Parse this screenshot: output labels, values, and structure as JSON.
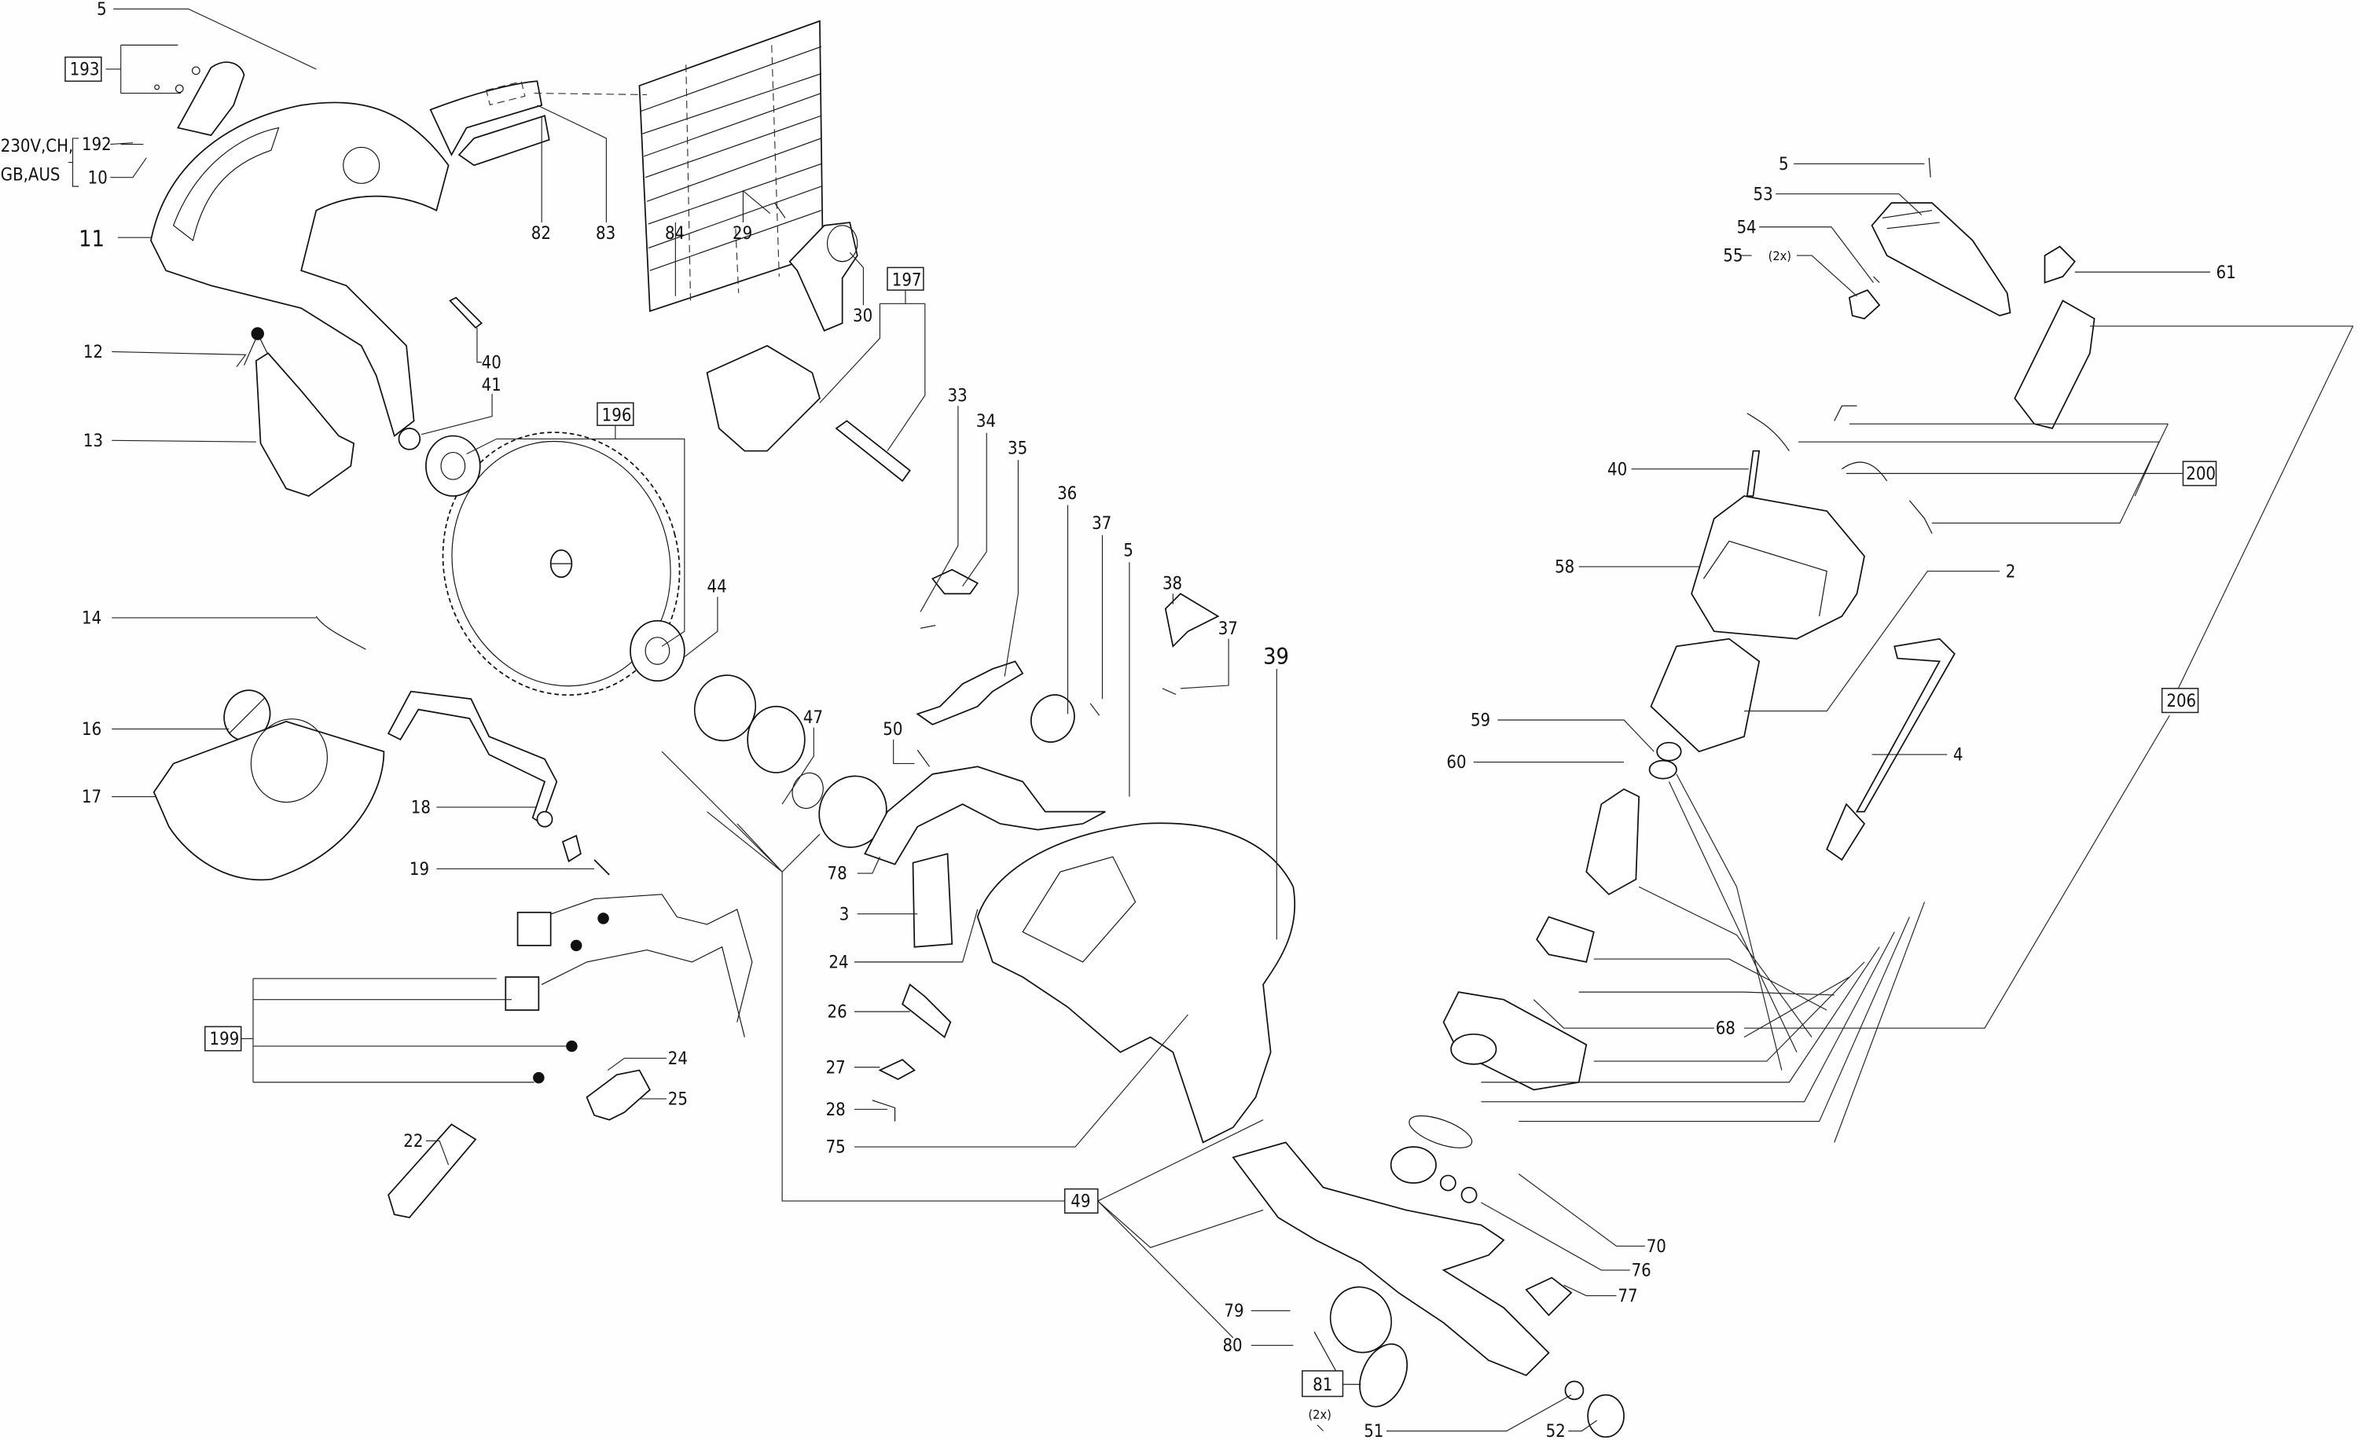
{
  "diagram": {
    "title": "Exploded parts diagram",
    "labels": [
      {
        "id": "l5a",
        "text": "5"
      },
      {
        "id": "l193",
        "text": "193",
        "boxed": true
      },
      {
        "id": "l230",
        "text": "230V,CH,"
      },
      {
        "id": "lgb",
        "text": "GB,AUS"
      },
      {
        "id": "l192",
        "text": "192"
      },
      {
        "id": "l10",
        "text": "10"
      },
      {
        "id": "l11",
        "text": "11"
      },
      {
        "id": "l82",
        "text": "82"
      },
      {
        "id": "l83",
        "text": "83"
      },
      {
        "id": "l84",
        "text": "84"
      },
      {
        "id": "l29",
        "text": "29"
      },
      {
        "id": "l30",
        "text": "30"
      },
      {
        "id": "l197",
        "text": "197",
        "boxed": true
      },
      {
        "id": "l12",
        "text": "12"
      },
      {
        "id": "l13",
        "text": "13"
      },
      {
        "id": "l40a",
        "text": "40"
      },
      {
        "id": "l41",
        "text": "41"
      },
      {
        "id": "l196",
        "text": "196",
        "boxed": true
      },
      {
        "id": "l14",
        "text": "14"
      },
      {
        "id": "l16",
        "text": "16"
      },
      {
        "id": "l17",
        "text": "17"
      },
      {
        "id": "l18",
        "text": "18"
      },
      {
        "id": "l19",
        "text": "19"
      },
      {
        "id": "l33",
        "text": "33"
      },
      {
        "id": "l34",
        "text": "34"
      },
      {
        "id": "l35",
        "text": "35"
      },
      {
        "id": "l36",
        "text": "36"
      },
      {
        "id": "l37a",
        "text": "37"
      },
      {
        "id": "l5b",
        "text": "5"
      },
      {
        "id": "l38",
        "text": "38"
      },
      {
        "id": "l37b",
        "text": "37"
      },
      {
        "id": "l39",
        "text": "39"
      },
      {
        "id": "l44",
        "text": "44"
      },
      {
        "id": "l47",
        "text": "47"
      },
      {
        "id": "l50",
        "text": "50"
      },
      {
        "id": "l78",
        "text": "78"
      },
      {
        "id": "l3",
        "text": "3"
      },
      {
        "id": "l24a",
        "text": "24"
      },
      {
        "id": "l26",
        "text": "26"
      },
      {
        "id": "l27",
        "text": "27"
      },
      {
        "id": "l28",
        "text": "28"
      },
      {
        "id": "l75",
        "text": "75"
      },
      {
        "id": "l49",
        "text": "49",
        "boxed": true
      },
      {
        "id": "l199",
        "text": "199",
        "boxed": true
      },
      {
        "id": "l24b",
        "text": "24"
      },
      {
        "id": "l25",
        "text": "25"
      },
      {
        "id": "l22",
        "text": "22"
      },
      {
        "id": "l5c",
        "text": "5"
      },
      {
        "id": "l53",
        "text": "53"
      },
      {
        "id": "l54",
        "text": "54"
      },
      {
        "id": "l55",
        "text": "55"
      },
      {
        "id": "l55q",
        "text": "(2x)"
      },
      {
        "id": "l61",
        "text": "61"
      },
      {
        "id": "l200",
        "text": "200",
        "boxed": true
      },
      {
        "id": "l40b",
        "text": "40"
      },
      {
        "id": "l58",
        "text": "58"
      },
      {
        "id": "l2",
        "text": "2"
      },
      {
        "id": "l59",
        "text": "59"
      },
      {
        "id": "l60",
        "text": "60"
      },
      {
        "id": "l4",
        "text": "4"
      },
      {
        "id": "l206",
        "text": "206",
        "boxed": true
      },
      {
        "id": "l68",
        "text": "68"
      },
      {
        "id": "l70",
        "text": "70"
      },
      {
        "id": "l76",
        "text": "76"
      },
      {
        "id": "l77",
        "text": "77"
      },
      {
        "id": "l79",
        "text": "79"
      },
      {
        "id": "l80",
        "text": "80"
      },
      {
        "id": "l81",
        "text": "81",
        "boxed": true
      },
      {
        "id": "l51q",
        "text": "(2x)"
      },
      {
        "id": "l51",
        "text": "51"
      },
      {
        "id": "l52",
        "text": "52"
      }
    ]
  }
}
